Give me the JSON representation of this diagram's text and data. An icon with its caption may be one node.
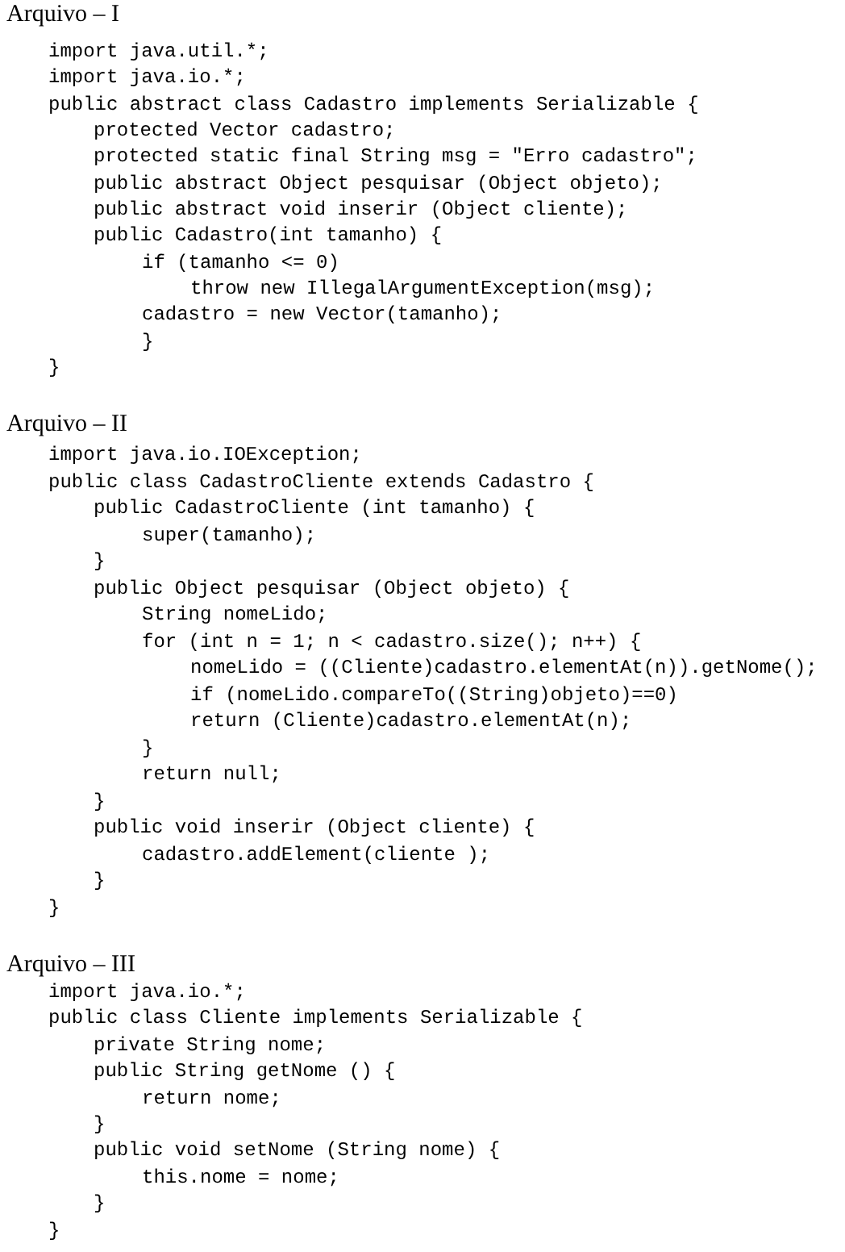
{
  "diagram": {
    "labels": [
      "Arquivo – I",
      "import java.util.*;",
      "import java.io.*;",
      "public abstract class Cadastro implements Serializable {",
      "protected Vector cadastro;",
      "protected static final String msg = \"Erro cadastro\";",
      "public abstract Object pesquisar (Object objeto);",
      "public abstract void inserir (Object cliente);",
      "public Cadastro(int tamanho) {",
      "if (tamanho <= 0)",
      "throw new IllegalArgumentException(msg);",
      "cadastro = new Vector(tamanho);",
      "}",
      "}",
      "Arquivo – II",
      "import java.io.IOException;",
      "public class CadastroCliente extends Cadastro {",
      "public CadastroCliente (int tamanho) {",
      "super(tamanho);",
      "}",
      "public Object pesquisar (Object objeto) {",
      "String nomeLido;",
      "for (int n = 1; n < cadastro.size(); n++) {",
      "nomeLido = ((Cliente)cadastro.elementAt(n)).getNome();",
      "if (nomeLido.compareTo((String)objeto)==0)",
      "return (Cliente)cadastro.elementAt(n);",
      "}",
      "return null;",
      "}",
      "public void inserir (Object cliente) {",
      "cadastro.addElement(cliente );",
      "}",
      "}",
      "Arquivo – III",
      "import java.io.*;",
      "public class Cliente implements Serializable {",
      "private String nome;",
      "public String getNome () {",
      "return nome;",
      "}",
      "public void setNome (String nome) {",
      "this.nome = nome;",
      "}",
      "}"
    ]
  }
}
